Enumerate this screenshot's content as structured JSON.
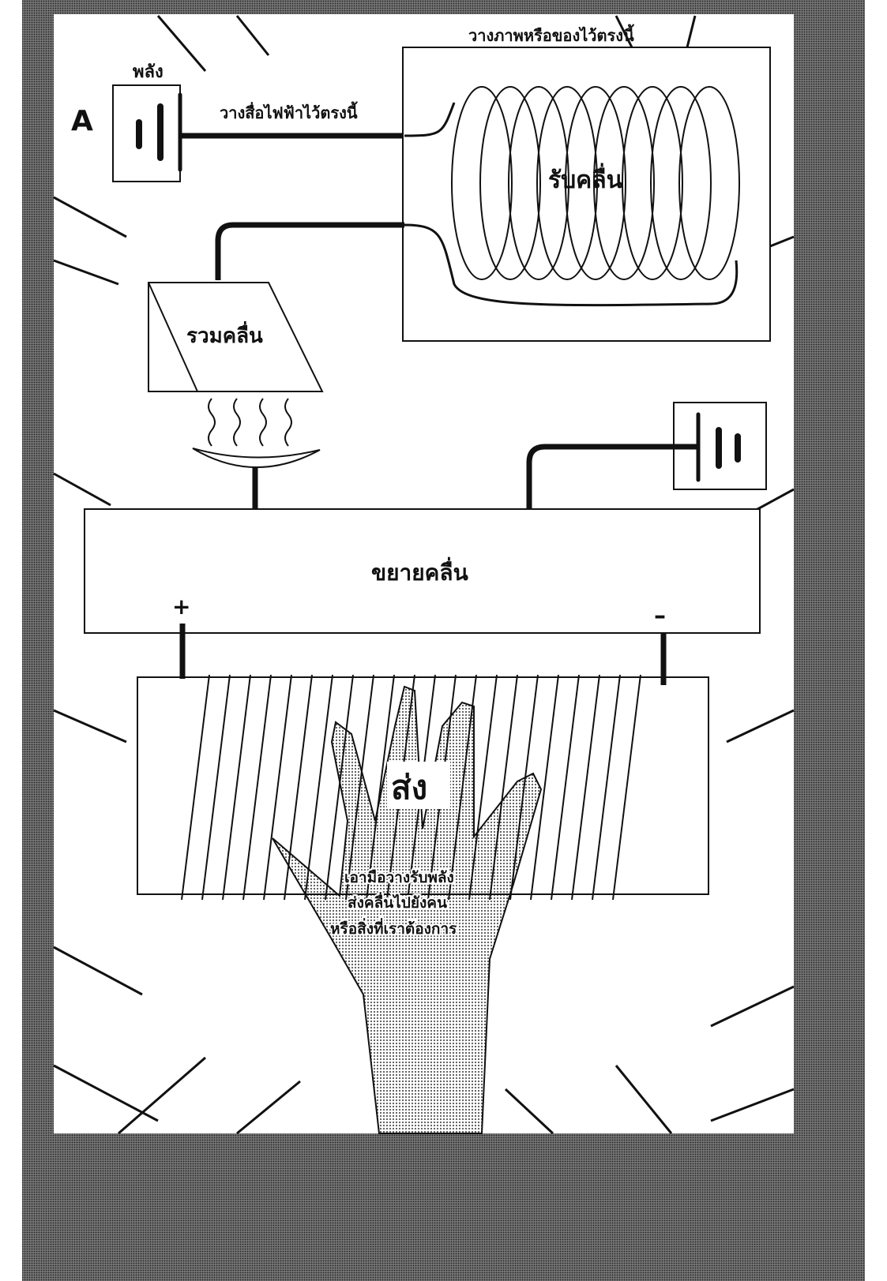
{
  "diagram": {
    "panel_letter": "A",
    "power_label": "พลัง",
    "wire_label": "วางสื่อไฟฟ้าไว้ตรงนี้",
    "object_area_label": "วางภาพหรือของไว้ตรงนี้",
    "receiver_label": "รับคลื่น",
    "collector_label": "รวมคลื่น",
    "amplifier_label": "ขยายคลื่น",
    "plus_sign": "+",
    "minus_sign": "–",
    "transmitter_label": "ส่ง",
    "instruction_lines": [
      "เอามือวางรับพลัง",
      "ส่งคลื่นไปยังคน",
      "หรือสิ่งที่เราต้องการ"
    ]
  },
  "colors": {
    "ink": "#111111",
    "screentone": "#9a9a9a",
    "paper": "#ffffff"
  }
}
